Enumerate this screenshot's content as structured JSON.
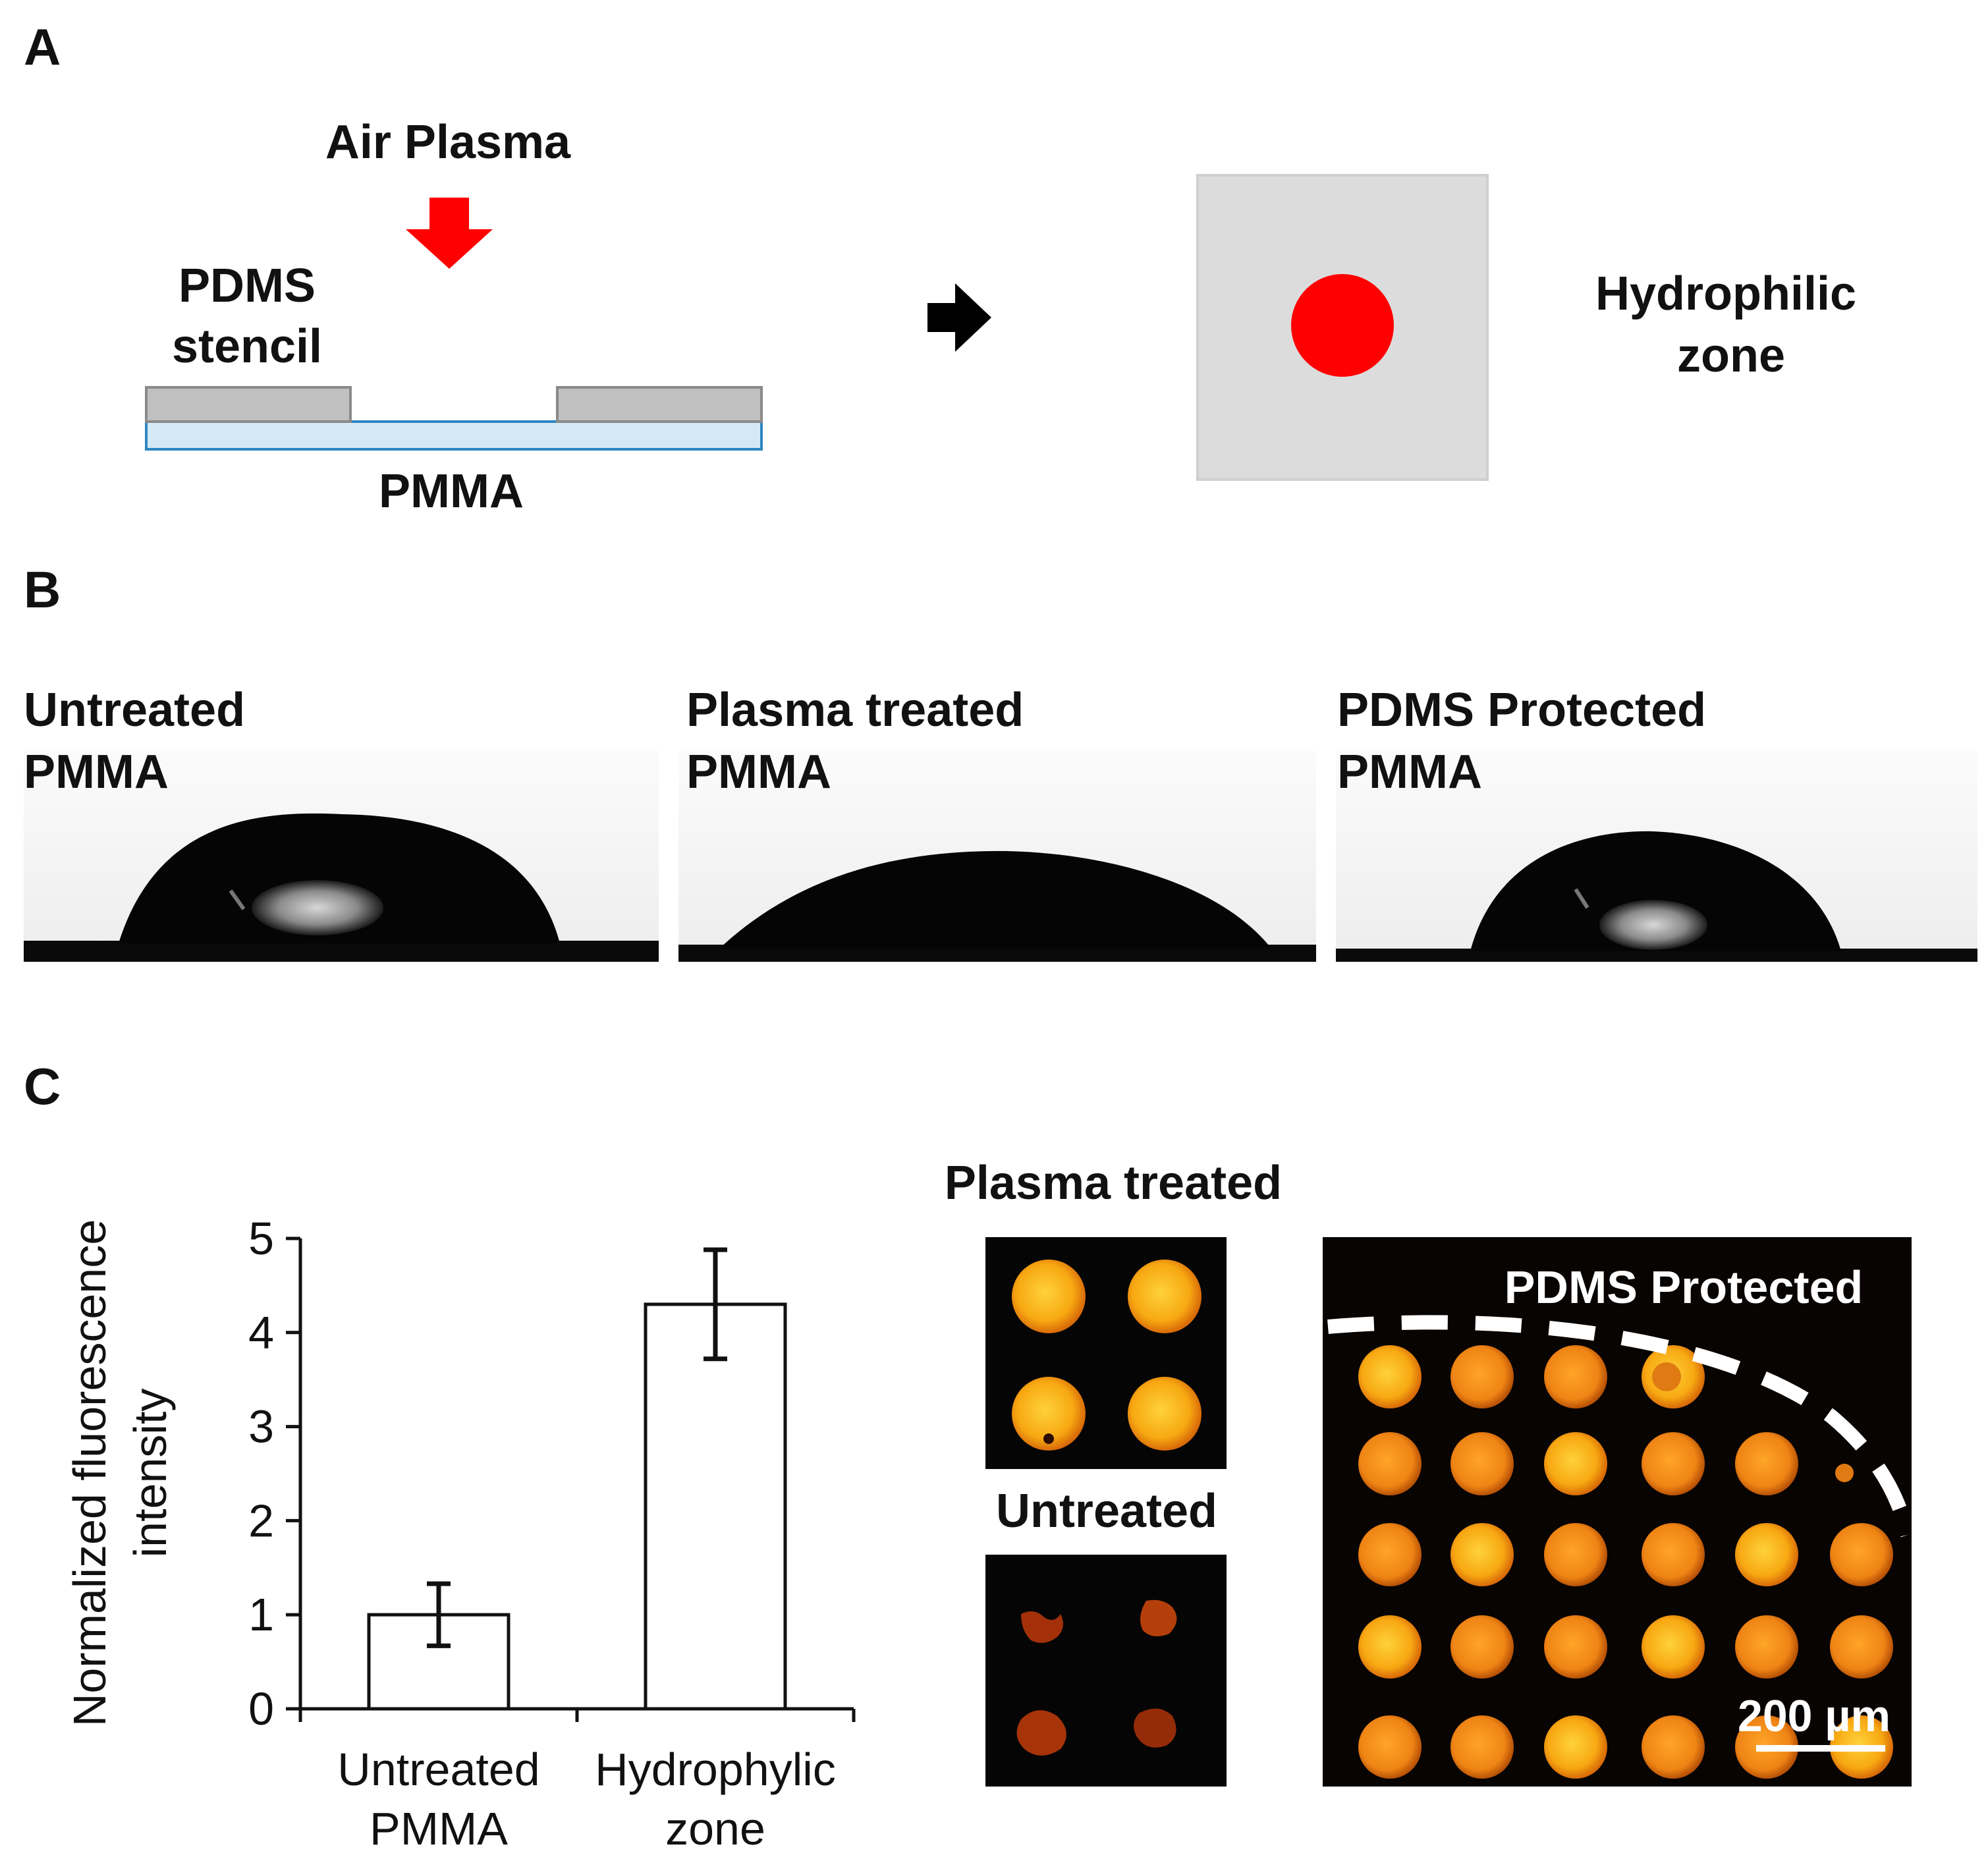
{
  "panel_labels": {
    "a": "A",
    "b": "B",
    "c": "C"
  },
  "panel_a": {
    "air_plasma": "Air Plasma",
    "pdms_line1": "PDMS",
    "pdms_line2": "stencil",
    "pmma": "PMMA",
    "zone_line1": "Hydrophilic",
    "zone_line2": "zone",
    "colors": {
      "arrow": "#ff0000",
      "spot": "#ff0000",
      "pdms": "#c0c0c0",
      "pmma": "#d5e9f5",
      "pmma_edge": "#2e86c1",
      "square": "#dcdcdc"
    }
  },
  "panel_b": {
    "images": [
      {
        "line1": "Untreated",
        "line2": "PMMA"
      },
      {
        "line1": "Plasma treated",
        "line2": "PMMA"
      },
      {
        "line1": "PDMS Protected",
        "line2": "PMMA"
      }
    ]
  },
  "panel_c": {
    "plasma_title": "Plasma treated",
    "untreated_title": "Untreated",
    "pdms_protected": "PDMS Protected",
    "scale_bar": "200 µm",
    "colors": {
      "spot_bright": "#ffb300",
      "spot_orange": "#e87a10",
      "spot_dim": "#c0380a"
    }
  },
  "chart_data": {
    "type": "bar",
    "categories": [
      [
        "Untreated",
        "PMMA"
      ],
      [
        "Hydrophylic",
        "zone"
      ]
    ],
    "values": [
      1.0,
      4.3
    ],
    "errors": [
      0.33,
      0.58
    ],
    "ylabel_line1": "Normalized fluorescence",
    "ylabel_line2": "intensity",
    "ylim": [
      0,
      5
    ],
    "yticks": [
      "0",
      "1",
      "2",
      "3",
      "4",
      "5"
    ],
    "grid": false
  }
}
